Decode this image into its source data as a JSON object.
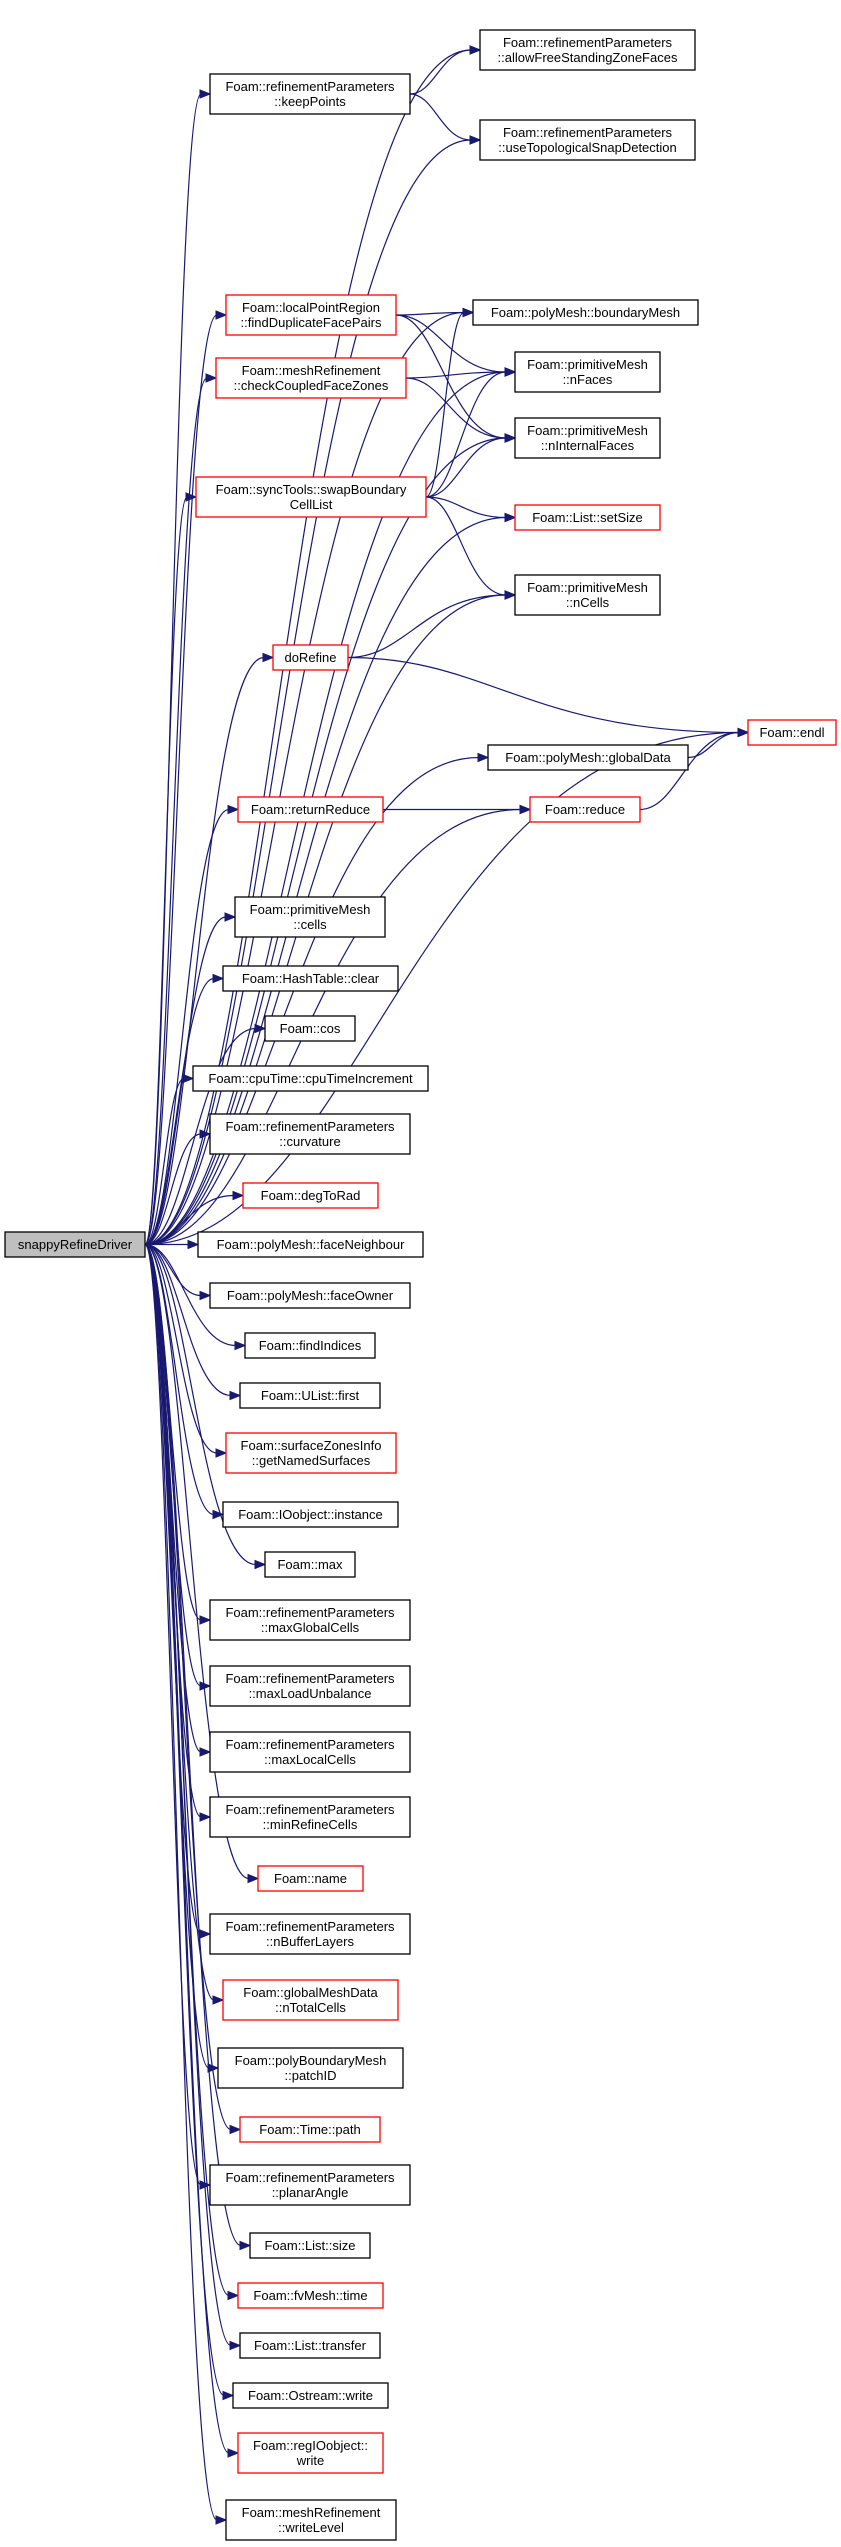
{
  "root": "snappyRefineDriver",
  "nodes": [
    {
      "id": "root",
      "lines": [
        "snappyRefineDriver"
      ],
      "red": false
    },
    {
      "id": "keepPoints",
      "lines": [
        "Foam::refinementParameters",
        "::keepPoints"
      ],
      "red": false
    },
    {
      "id": "allowFree",
      "lines": [
        "Foam::refinementParameters",
        "::allowFreeStandingZoneFaces"
      ],
      "red": false
    },
    {
      "id": "useTopo",
      "lines": [
        "Foam::refinementParameters",
        "::useTopologicalSnapDetection"
      ],
      "red": false
    },
    {
      "id": "findDup",
      "lines": [
        "Foam::localPointRegion",
        "::findDuplicateFacePairs"
      ],
      "red": true
    },
    {
      "id": "boundaryMesh",
      "lines": [
        "Foam::polyMesh::boundaryMesh"
      ],
      "red": false
    },
    {
      "id": "checkCoupled",
      "lines": [
        "Foam::meshRefinement",
        "::checkCoupledFaceZones"
      ],
      "red": true
    },
    {
      "id": "nFaces",
      "lines": [
        "Foam::primitiveMesh",
        "::nFaces"
      ],
      "red": false
    },
    {
      "id": "nInternalFaces",
      "lines": [
        "Foam::primitiveMesh",
        "::nInternalFaces"
      ],
      "red": false
    },
    {
      "id": "swapBoundary",
      "lines": [
        "Foam::syncTools::swapBoundary",
        "CellList"
      ],
      "red": true
    },
    {
      "id": "setSize",
      "lines": [
        "Foam::List::setSize"
      ],
      "red": true
    },
    {
      "id": "nCells",
      "lines": [
        "Foam::primitiveMesh",
        "::nCells"
      ],
      "red": false
    },
    {
      "id": "doRefine",
      "lines": [
        "doRefine"
      ],
      "red": true
    },
    {
      "id": "endl",
      "lines": [
        "Foam::endl"
      ],
      "red": true
    },
    {
      "id": "globalData",
      "lines": [
        "Foam::polyMesh::globalData"
      ],
      "red": false
    },
    {
      "id": "returnReduce",
      "lines": [
        "Foam::returnReduce"
      ],
      "red": true
    },
    {
      "id": "reduce",
      "lines": [
        "Foam::reduce"
      ],
      "red": true
    },
    {
      "id": "cells",
      "lines": [
        "Foam::primitiveMesh",
        "::cells"
      ],
      "red": false
    },
    {
      "id": "hashClear",
      "lines": [
        "Foam::HashTable::clear"
      ],
      "red": false
    },
    {
      "id": "cos",
      "lines": [
        "Foam::cos"
      ],
      "red": false
    },
    {
      "id": "cpuTime",
      "lines": [
        "Foam::cpuTime::cpuTimeIncrement"
      ],
      "red": false
    },
    {
      "id": "curvature",
      "lines": [
        "Foam::refinementParameters",
        "::curvature"
      ],
      "red": false
    },
    {
      "id": "degToRad",
      "lines": [
        "Foam::degToRad"
      ],
      "red": true
    },
    {
      "id": "faceNeighbour",
      "lines": [
        "Foam::polyMesh::faceNeighbour"
      ],
      "red": false
    },
    {
      "id": "faceOwner",
      "lines": [
        "Foam::polyMesh::faceOwner"
      ],
      "red": false
    },
    {
      "id": "findIndices",
      "lines": [
        "Foam::findIndices"
      ],
      "red": false
    },
    {
      "id": "ulFirst",
      "lines": [
        "Foam::UList::first"
      ],
      "red": false
    },
    {
      "id": "getNamed",
      "lines": [
        "Foam::surfaceZonesInfo",
        "::getNamedSurfaces"
      ],
      "red": true
    },
    {
      "id": "instance",
      "lines": [
        "Foam::IOobject::instance"
      ],
      "red": false
    },
    {
      "id": "max",
      "lines": [
        "Foam::max"
      ],
      "red": false
    },
    {
      "id": "maxGlobal",
      "lines": [
        "Foam::refinementParameters",
        "::maxGlobalCells"
      ],
      "red": false
    },
    {
      "id": "maxLoad",
      "lines": [
        "Foam::refinementParameters",
        "::maxLoadUnbalance"
      ],
      "red": false
    },
    {
      "id": "maxLocal",
      "lines": [
        "Foam::refinementParameters",
        "::maxLocalCells"
      ],
      "red": false
    },
    {
      "id": "minRefine",
      "lines": [
        "Foam::refinementParameters",
        "::minRefineCells"
      ],
      "red": false
    },
    {
      "id": "name",
      "lines": [
        "Foam::name"
      ],
      "red": true
    },
    {
      "id": "nBuffer",
      "lines": [
        "Foam::refinementParameters",
        "::nBufferLayers"
      ],
      "red": false
    },
    {
      "id": "nTotalCells",
      "lines": [
        "Foam::globalMeshData",
        "::nTotalCells"
      ],
      "red": true
    },
    {
      "id": "patchID",
      "lines": [
        "Foam::polyBoundaryMesh",
        "::patchID"
      ],
      "red": false
    },
    {
      "id": "timePath",
      "lines": [
        "Foam::Time::path"
      ],
      "red": true
    },
    {
      "id": "planarAngle",
      "lines": [
        "Foam::refinementParameters",
        "::planarAngle"
      ],
      "red": false
    },
    {
      "id": "listSize",
      "lines": [
        "Foam::List::size"
      ],
      "red": false
    },
    {
      "id": "fvTime",
      "lines": [
        "Foam::fvMesh::time"
      ],
      "red": true
    },
    {
      "id": "listTransfer",
      "lines": [
        "Foam::List::transfer"
      ],
      "red": false
    },
    {
      "id": "ostreamWrite",
      "lines": [
        "Foam::Ostream::write"
      ],
      "red": false
    },
    {
      "id": "regWrite",
      "lines": [
        "Foam::regIOobject::",
        "write"
      ],
      "red": true
    },
    {
      "id": "writeLevel",
      "lines": [
        "Foam::meshRefinement",
        "::writeLevel"
      ],
      "red": false
    }
  ],
  "edges": [
    [
      "root",
      "allowFree"
    ],
    [
      "root",
      "keepPoints"
    ],
    [
      "root",
      "useTopo"
    ],
    [
      "root",
      "boundaryMesh"
    ],
    [
      "root",
      "nFaces"
    ],
    [
      "root",
      "nInternalFaces"
    ],
    [
      "root",
      "findDup"
    ],
    [
      "root",
      "checkCoupled"
    ],
    [
      "root",
      "swapBoundary"
    ],
    [
      "root",
      "setSize"
    ],
    [
      "root",
      "nCells"
    ],
    [
      "root",
      "doRefine"
    ],
    [
      "root",
      "endl"
    ],
    [
      "root",
      "globalData"
    ],
    [
      "root",
      "returnReduce"
    ],
    [
      "root",
      "reduce"
    ],
    [
      "root",
      "cells"
    ],
    [
      "root",
      "hashClear"
    ],
    [
      "root",
      "cos"
    ],
    [
      "root",
      "cpuTime"
    ],
    [
      "root",
      "curvature"
    ],
    [
      "root",
      "degToRad"
    ],
    [
      "root",
      "faceNeighbour"
    ],
    [
      "root",
      "faceOwner"
    ],
    [
      "root",
      "findIndices"
    ],
    [
      "root",
      "ulFirst"
    ],
    [
      "root",
      "getNamed"
    ],
    [
      "root",
      "instance"
    ],
    [
      "root",
      "max"
    ],
    [
      "root",
      "maxGlobal"
    ],
    [
      "root",
      "maxLoad"
    ],
    [
      "root",
      "maxLocal"
    ],
    [
      "root",
      "minRefine"
    ],
    [
      "root",
      "name"
    ],
    [
      "root",
      "nBuffer"
    ],
    [
      "root",
      "nTotalCells"
    ],
    [
      "root",
      "patchID"
    ],
    [
      "root",
      "timePath"
    ],
    [
      "root",
      "planarAngle"
    ],
    [
      "root",
      "listSize"
    ],
    [
      "root",
      "fvTime"
    ],
    [
      "root",
      "listTransfer"
    ],
    [
      "root",
      "ostreamWrite"
    ],
    [
      "root",
      "regWrite"
    ],
    [
      "root",
      "writeLevel"
    ],
    [
      "keepPoints",
      "allowFree"
    ],
    [
      "keepPoints",
      "useTopo"
    ],
    [
      "findDup",
      "boundaryMesh"
    ],
    [
      "findDup",
      "nFaces"
    ],
    [
      "findDup",
      "nInternalFaces"
    ],
    [
      "checkCoupled",
      "nFaces"
    ],
    [
      "checkCoupled",
      "nInternalFaces"
    ],
    [
      "swapBoundary",
      "boundaryMesh"
    ],
    [
      "swapBoundary",
      "nFaces"
    ],
    [
      "swapBoundary",
      "nInternalFaces"
    ],
    [
      "swapBoundary",
      "setSize"
    ],
    [
      "swapBoundary",
      "nCells"
    ],
    [
      "doRefine",
      "nCells"
    ],
    [
      "doRefine",
      "endl"
    ],
    [
      "globalData",
      "endl"
    ],
    [
      "returnReduce",
      "reduce"
    ],
    [
      "reduce",
      "endl"
    ]
  ]
}
